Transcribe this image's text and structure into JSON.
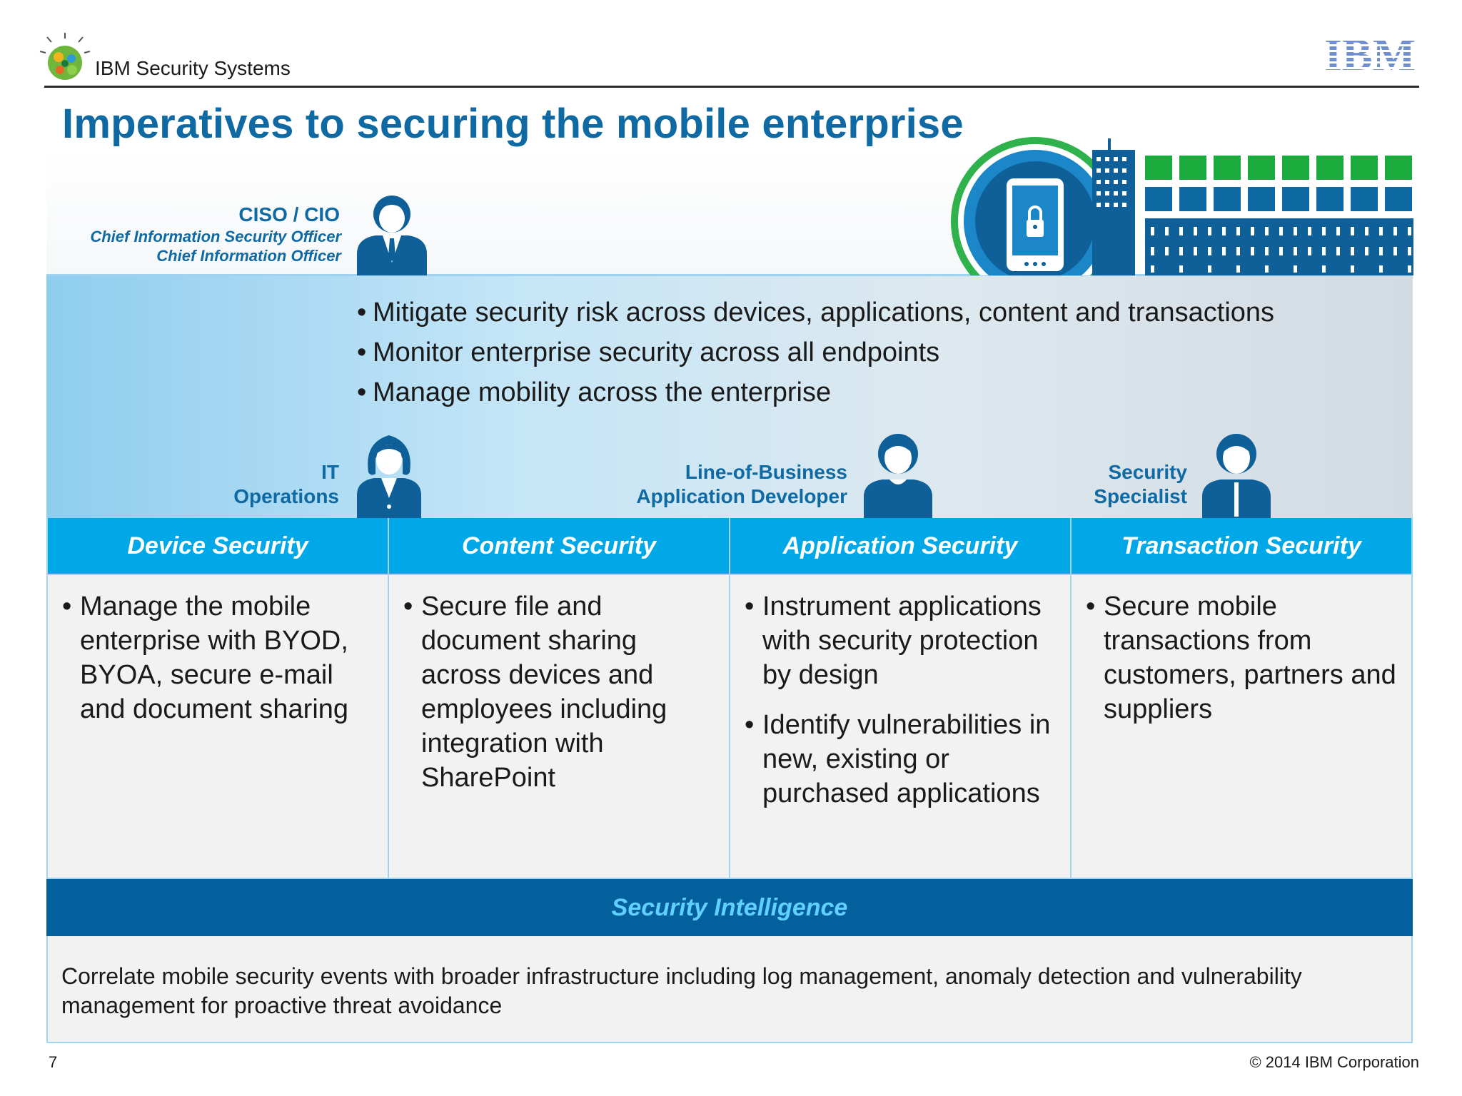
{
  "header": {
    "brand": "IBM Security Systems",
    "logo_text": "IBM",
    "title": "Imperatives to securing the mobile enterprise"
  },
  "ciso": {
    "title": "CISO / CIO",
    "line1": "Chief Information Security Officer",
    "line2": "Chief Information Officer"
  },
  "imperatives": [
    "Mitigate security risk across devices, applications, content and transactions",
    "Monitor enterprise security across all endpoints",
    "Manage mobility across the enterprise"
  ],
  "roles": {
    "it_line1": "IT",
    "it_line2": "Operations",
    "lob_line1": "Line-of-Business",
    "lob_line2": "Application Developer",
    "sec_line1": "Security",
    "sec_line2": "Specialist"
  },
  "columns": [
    {
      "heading": "Device Security",
      "bullets": [
        "Manage the mobile enterprise with BYOD, BYOA, secure e-mail and document sharing"
      ]
    },
    {
      "heading": "Content Security",
      "bullets": [
        "Secure file and document sharing across devices and employees including integration with SharePoint"
      ]
    },
    {
      "heading": "Application Security",
      "bullets": [
        "Instrument applications with security protection by design",
        "Identify vulnerabilities in new, existing or purchased applications"
      ]
    },
    {
      "heading": "Transaction Security",
      "bullets": [
        "Secure mobile transactions from customers, partners and suppliers"
      ]
    }
  ],
  "intelligence": {
    "heading": "Security Intelligence",
    "text": "Correlate mobile security events with broader infrastructure including log management, anomaly detection and vulnerability management for proactive threat avoidance"
  },
  "footer": {
    "page_number": "7",
    "copyright": "© 2014 IBM Corporation"
  },
  "colors": {
    "title_blue": "#0f6aa3",
    "column_header": "#00a8e8",
    "intel_bar": "#04609c",
    "intel_text": "#5fd0ff",
    "green_accent": "#1aab3c"
  },
  "icons": [
    "smarter-planet-logo",
    "ibm-logo",
    "ciso-person-icon",
    "it-person-icon",
    "developer-person-icon",
    "security-person-icon",
    "secure-device-lock-icon",
    "city-building-icon"
  ]
}
